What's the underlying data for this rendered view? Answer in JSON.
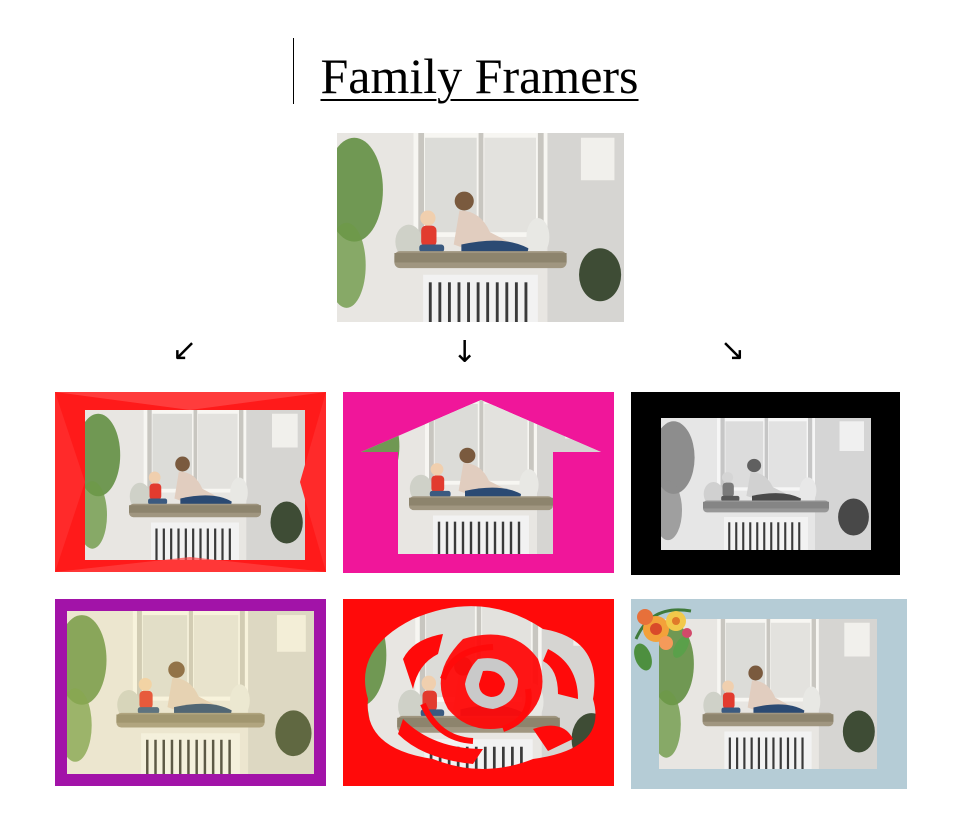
{
  "app": {
    "title": "Family Framers"
  },
  "arrows": {
    "left": "↙",
    "down": "↓",
    "right": "↘"
  },
  "frames": [
    {
      "name": "original",
      "style": "none"
    },
    {
      "name": "red-ribbon",
      "style": "red",
      "color": "#ff1a1a"
    },
    {
      "name": "house",
      "style": "house",
      "color": "#f0169a"
    },
    {
      "name": "black-border",
      "style": "black",
      "color": "#000000"
    },
    {
      "name": "purple-border",
      "style": "purple",
      "color": "#a213a8"
    },
    {
      "name": "rose",
      "style": "rose",
      "color": "#ff0a0a"
    },
    {
      "name": "floral",
      "style": "floral",
      "color": "#b5ccd6"
    }
  ]
}
